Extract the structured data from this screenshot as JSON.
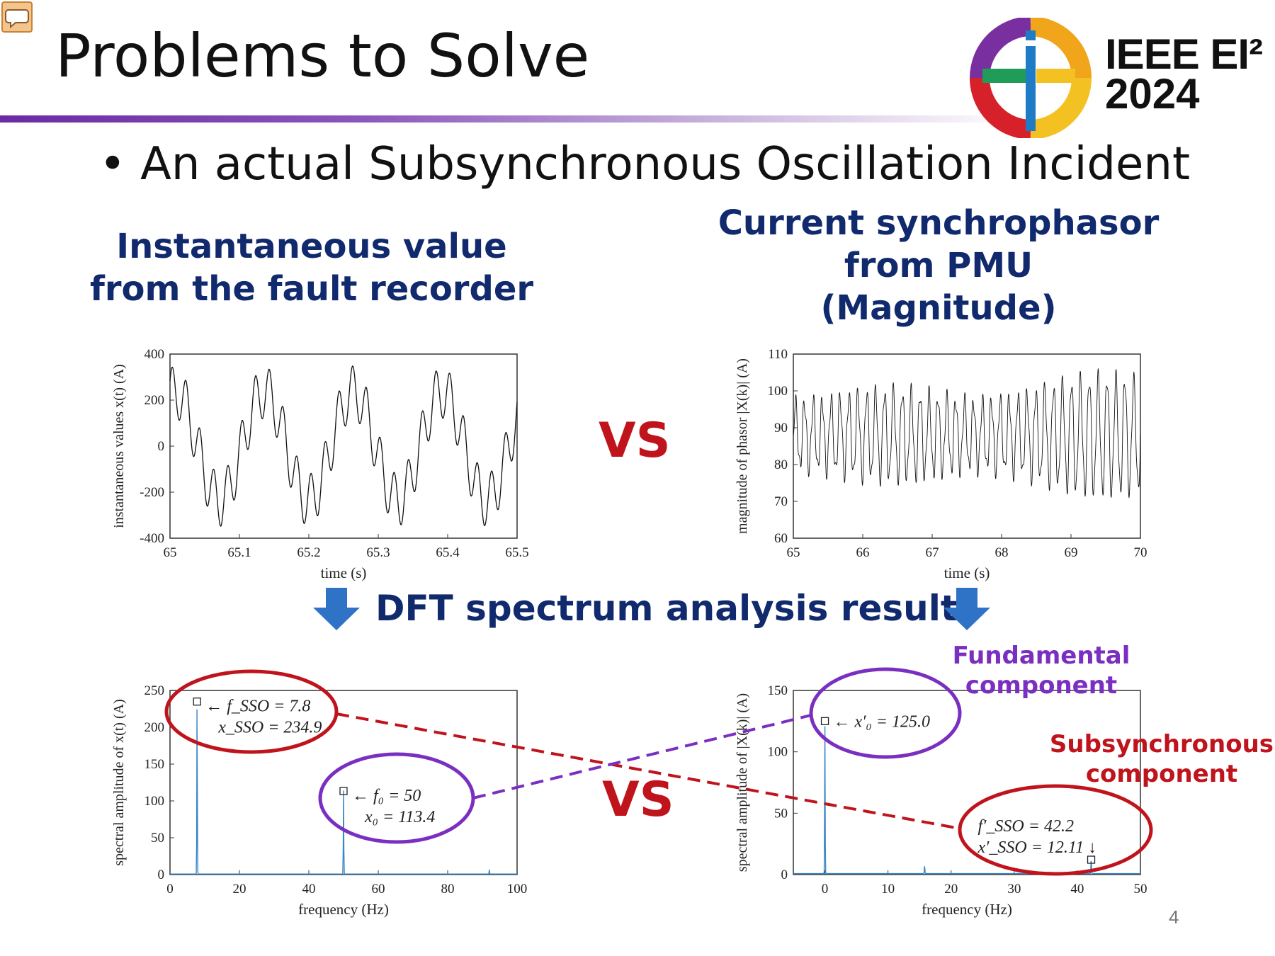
{
  "title": "Problems to Solve",
  "logo": {
    "line1": "IEEE EI²",
    "line2": "2024"
  },
  "bullet": "• An actual Subsynchronous Oscillation Incident",
  "left_heading": [
    "Instantaneous value",
    "from the fault recorder"
  ],
  "right_heading": [
    "Current synchrophasor",
    "from PMU",
    "(Magnitude)"
  ],
  "vs_label": "VS",
  "dft_heading": "DFT spectrum analysis results",
  "fundamental_label": [
    "Fundamental",
    "component"
  ],
  "subsync_label": [
    "Subsynchronous",
    "component"
  ],
  "page_number": "4",
  "colors": {
    "navy": "#112a6e",
    "red": "#c0141d",
    "purple": "#7a2fc0",
    "spectrum": "#3a87c8"
  },
  "chart_data": [
    {
      "id": "instantaneous",
      "type": "line",
      "xlabel": "time (s)",
      "ylabel": "instantaneous values x(t) (A)",
      "xlim": [
        65,
        65.5
      ],
      "ylim": [
        -400,
        400
      ],
      "xticks": [
        "65",
        "65.1",
        "65.2",
        "65.3",
        "65.4",
        "65.5"
      ],
      "yticks": [
        "400",
        "200",
        "0",
        "-200",
        "-400"
      ],
      "series": [
        {
          "components": [
            {
              "freq_hz": 7.8,
              "amp": 234.9
            },
            {
              "freq_hz": 50,
              "amp": 113.4
            }
          ]
        }
      ]
    },
    {
      "id": "synchrophasor",
      "type": "line",
      "xlabel": "time (s)",
      "ylabel": "magnitude of phasor |X(k)| (A)",
      "xlim": [
        65,
        70
      ],
      "ylim": [
        60,
        110
      ],
      "xticks": [
        "65",
        "66",
        "67",
        "68",
        "69",
        "70"
      ],
      "yticks": [
        "110",
        "100",
        "90",
        "80",
        "70",
        "60"
      ],
      "series": [
        {
          "mean": 88,
          "components": [
            {
              "freq_hz": 42.2,
              "amp": 12.11
            }
          ]
        }
      ]
    },
    {
      "id": "dft-left",
      "type": "line",
      "xlabel": "frequency (Hz)",
      "ylabel": "spectral amplitude of x(t) (A)",
      "xlim": [
        0,
        100
      ],
      "ylim": [
        0,
        250
      ],
      "xticks": [
        "0",
        "20",
        "40",
        "60",
        "80",
        "100"
      ],
      "yticks": [
        "250",
        "200",
        "150",
        "100",
        "50",
        "0"
      ],
      "peaks": [
        {
          "x": 7.8,
          "y": 234.9,
          "label1": "f_SSO = 7.8",
          "label2": "x_SSO = 234.9"
        },
        {
          "x": 50,
          "y": 113.4,
          "label1": "f₀ = 50",
          "label2": "x₀ = 113.4"
        },
        {
          "x": 92,
          "y": 6
        }
      ]
    },
    {
      "id": "dft-right",
      "type": "line",
      "xlabel": "frequency (Hz)",
      "ylabel": "spectral amplitude of |X(k)| (A)",
      "xlim": [
        -5,
        50
      ],
      "ylim": [
        0,
        150
      ],
      "xticks": [
        "0",
        "10",
        "20",
        "30",
        "40",
        "50"
      ],
      "xtick_values": [
        0,
        10,
        20,
        30,
        40,
        50
      ],
      "yticks": [
        "150",
        "100",
        "50",
        "0"
      ],
      "peaks": [
        {
          "x": 0,
          "y": 125.0,
          "label1": "x′₀ = 125.0"
        },
        {
          "x": 42.2,
          "y": 12.11,
          "label1": "f′_SSO = 42.2",
          "label2": "x′_SSO = 12.11"
        },
        {
          "x": 15.8,
          "y": 7
        }
      ]
    }
  ]
}
